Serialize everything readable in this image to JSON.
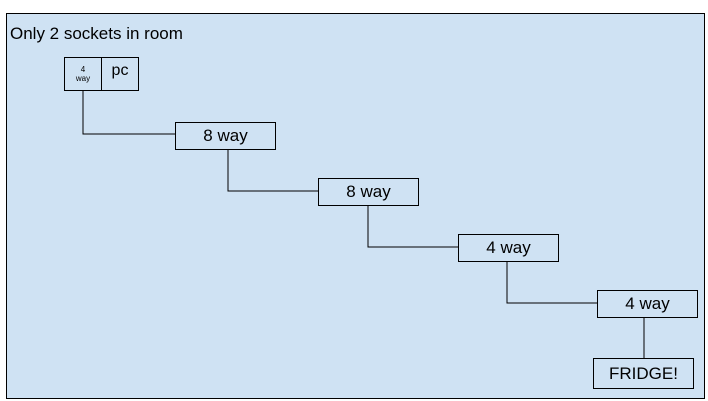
{
  "title": "Only 2 sockets in room",
  "boxes": {
    "four_way_small": {
      "line1": "4",
      "line2": "way"
    },
    "pc": "pc",
    "eight_way_1": "8 way",
    "eight_way_2": "8 way",
    "four_way_1": "4 way",
    "four_way_2": "4 way",
    "fridge": "FRIDGE!"
  },
  "colors": {
    "background": "#cfe2f3",
    "stroke": "#000000"
  }
}
